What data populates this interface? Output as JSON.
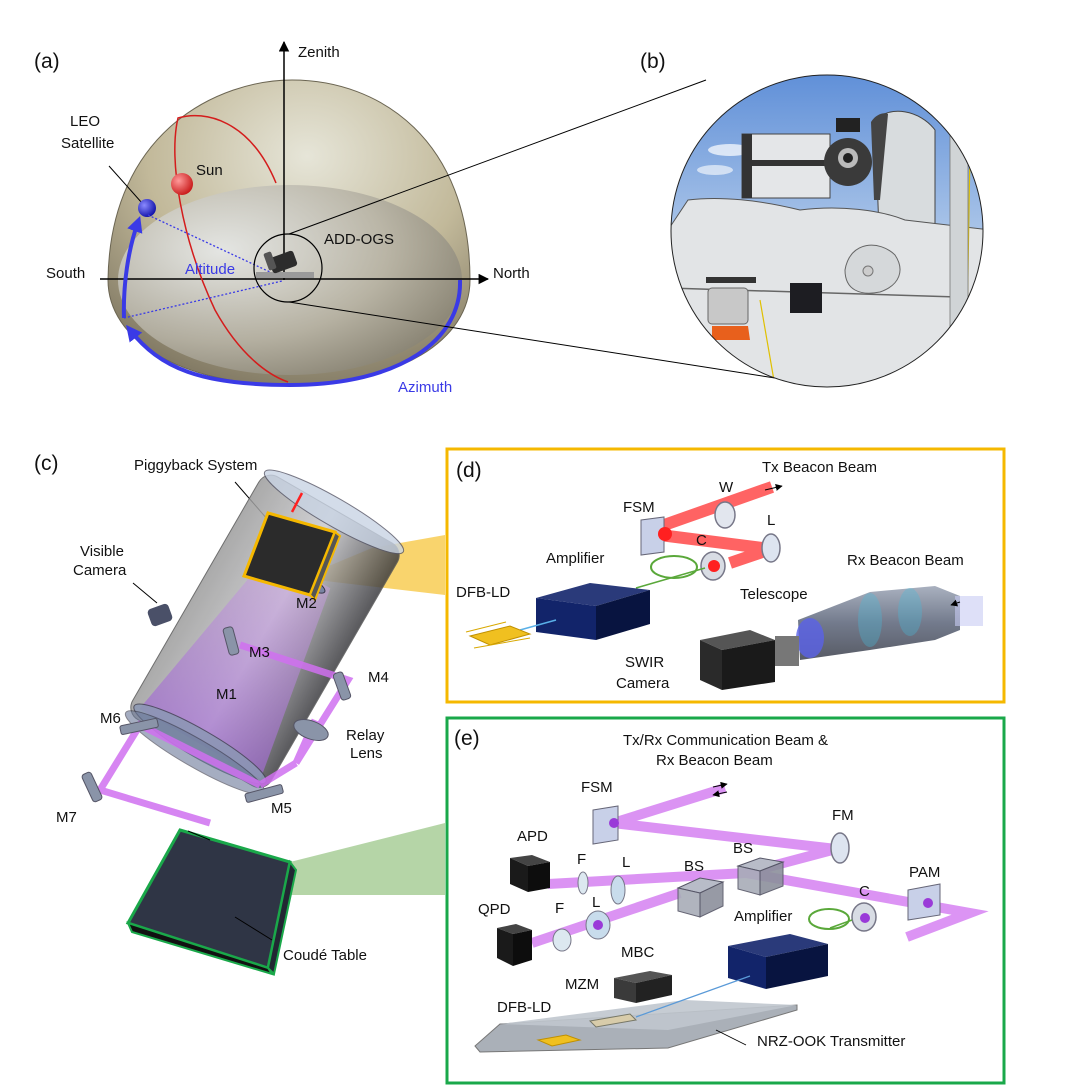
{
  "panels": {
    "a": {
      "label": "(a)",
      "zenith": "Zenith",
      "south": "South",
      "north": "North",
      "leo_satellite": [
        "LEO",
        "Satellite"
      ],
      "sun": "Sun",
      "ogs": "ADD-OGS",
      "altitude": "Altitude",
      "azimuth": "Azimuth"
    },
    "b": {
      "label": "(b)"
    },
    "c": {
      "label": "(c)",
      "piggyback": "Piggyback System",
      "visible_camera": [
        "Visible",
        "Camera"
      ],
      "m1": "M1",
      "m2": "M2",
      "m3": "M3",
      "m4": "M4",
      "m5": "M5",
      "m6": "M6",
      "m7": "M7",
      "relay_lens": [
        "Relay",
        "Lens"
      ],
      "coude_table": "Coudé Table"
    },
    "d": {
      "label": "(d)",
      "tx_beacon": "Tx Beacon Beam",
      "rx_beacon": "Rx Beacon Beam",
      "fsm": "FSM",
      "w": "W",
      "l": "L",
      "c": "C",
      "amplifier": "Amplifier",
      "dfb_ld": "DFB-LD",
      "telescope": "Telescope",
      "swir_camera": [
        "SWIR",
        "Camera"
      ]
    },
    "e": {
      "label": "(e)",
      "title": [
        "Tx/Rx Communication Beam &",
        "Rx Beacon Beam"
      ],
      "fsm": "FSM",
      "fm": "FM",
      "apd": "APD",
      "qpd": "QPD",
      "f1": "F",
      "l1": "L",
      "f2": "F",
      "l2": "L",
      "bs1": "BS",
      "bs2": "BS",
      "pam": "PAM",
      "c": "C",
      "amplifier": "Amplifier",
      "mbc": "MBC",
      "mzm": "MZM",
      "dfb_ld": "DFB-LD",
      "transmitter": "NRZ-OOK Transmitter"
    }
  },
  "colors": {
    "panel_d_border": "#f5b800",
    "panel_e_border": "#1aa84a",
    "beam_purple": "#d070f0",
    "beam_red": "#ff3030",
    "azimuth_blue": "#3a3ae6",
    "sun_red": "#e53030"
  }
}
